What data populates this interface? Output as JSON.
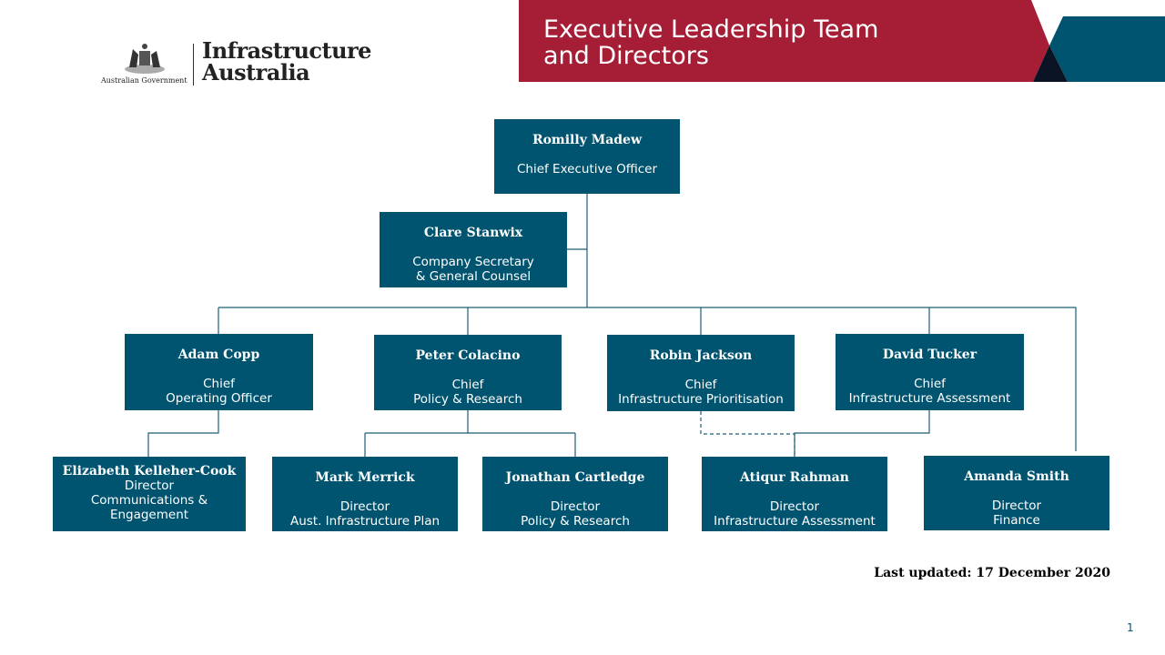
{
  "header": {
    "title_line1": "Executive Leadership Team",
    "title_line2": "and Directors"
  },
  "logo": {
    "government": "Australian Government",
    "org_line1": "Infrastructure",
    "org_line2": "Australia"
  },
  "colors": {
    "box": "#005470",
    "red": "#a51e36",
    "navy": "#0b1425"
  },
  "people": {
    "ceo": {
      "name": "Romilly Madew",
      "role1": "Chief Executive Officer"
    },
    "clare": {
      "name": "Clare Stanwix",
      "role1": "Company Secretary",
      "role2": "& General Counsel"
    },
    "adam": {
      "name": "Adam Copp",
      "role1": "Chief",
      "role2": "Operating Officer"
    },
    "peter": {
      "name": "Peter Colacino",
      "role1": "Chief",
      "role2": "Policy & Research"
    },
    "robin": {
      "name": "Robin Jackson",
      "role1": "Chief",
      "role2": "Infrastructure Prioritisation"
    },
    "david": {
      "name": "David Tucker",
      "role1": "Chief",
      "role2": "Infrastructure Assessment"
    },
    "elizabeth": {
      "name": "Elizabeth Kelleher-Cook",
      "role1": "Director",
      "role2": "Communications &",
      "role3": "Engagement"
    },
    "mark": {
      "name": "Mark Merrick",
      "role1": "Director",
      "role2": "Aust. Infrastructure Plan"
    },
    "jonathan": {
      "name": "Jonathan Cartledge",
      "role1": "Director",
      "role2": "Policy & Research"
    },
    "atiqur": {
      "name": "Atiqur Rahman",
      "role1": "Director",
      "role2": "Infrastructure Assessment"
    },
    "amanda": {
      "name": "Amanda Smith",
      "role1": "Director",
      "role2": "Finance"
    }
  },
  "footer": {
    "updated": "Last updated: 17 December 2020",
    "page": "1"
  }
}
